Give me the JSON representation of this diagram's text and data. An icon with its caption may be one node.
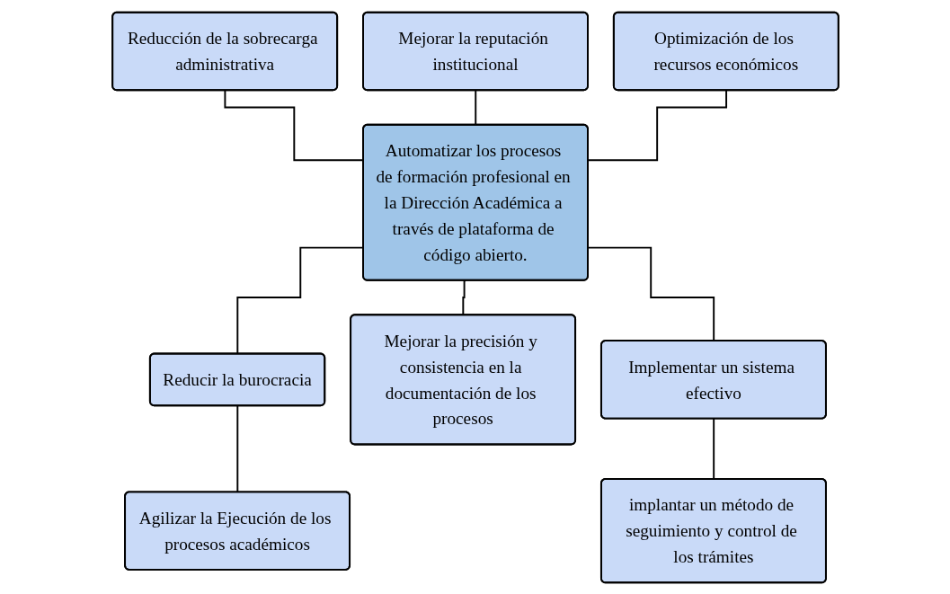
{
  "diagram": {
    "nodes": [
      {
        "text": [
          "Reducción de la sobrecarga administrativa"
        ]
      },
      {
        "text": [
          "Mejorar la reputación institucional"
        ]
      },
      {
        "text": [
          "Optimización de los recursos económicos"
        ]
      },
      {
        "text": [
          "Automatizar los procesos de formación profesional en la Dirección Académica a través de plataforma de código abierto."
        ]
      },
      {
        "text": [
          "Reducir la burocracia"
        ]
      },
      {
        "text": [
          "Mejorar la precisión y consistencia en la documentación de los procesos"
        ]
      },
      {
        "text": [
          "Implementar un sistema efectivo"
        ]
      },
      {
        "text": [
          "Agilizar la Ejecución de los procesos académicos"
        ]
      },
      {
        "text": [
          "implantar un método de seguimiento y control de los trámites"
        ]
      }
    ],
    "edges": [
      {
        "from": 0,
        "to": 3,
        "arrow": "none"
      },
      {
        "from": 1,
        "to": 3,
        "arrow": "none"
      },
      {
        "from": 2,
        "to": 3,
        "arrow": "none"
      },
      {
        "from": 3,
        "to": 4,
        "arrow": "none"
      },
      {
        "from": 3,
        "to": 5,
        "arrow": "none"
      },
      {
        "from": 3,
        "to": 6,
        "arrow": "none"
      },
      {
        "from": 4,
        "to": 7,
        "arrow": "none"
      },
      {
        "from": 6,
        "to": 8,
        "arrow": "none"
      }
    ]
  }
}
